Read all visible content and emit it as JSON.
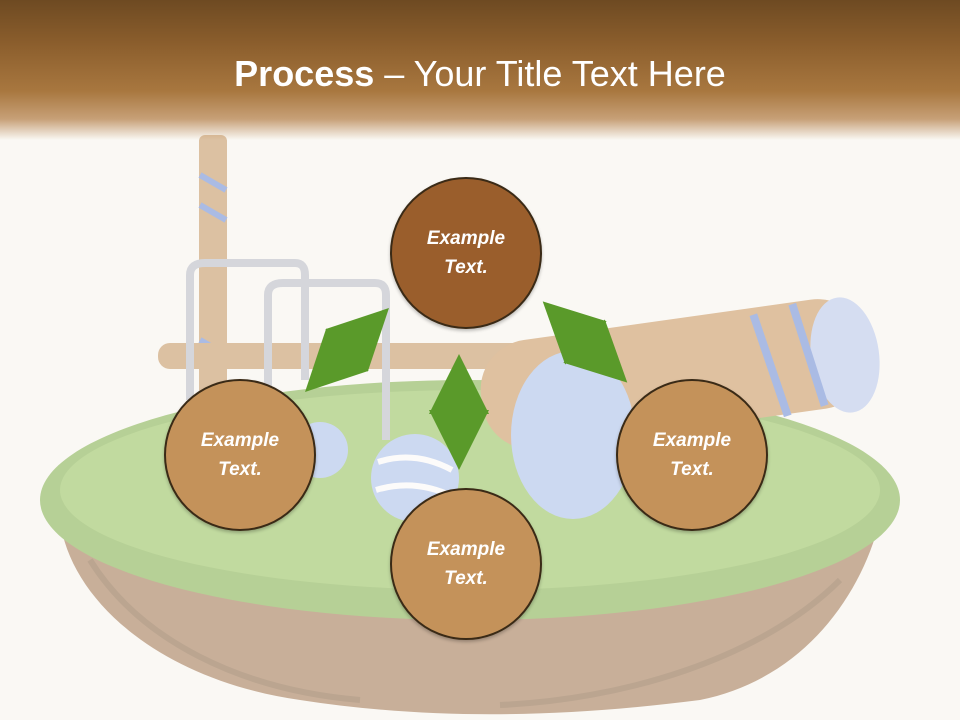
{
  "header": {
    "title_bold": "Process",
    "title_rest": " – Your Title Text Here"
  },
  "process": {
    "nodes": [
      {
        "label_line1": "Example",
        "label_line2": "Text."
      },
      {
        "label_line1": "Example",
        "label_line2": "Text."
      },
      {
        "label_line1": "Example",
        "label_line2": "Text."
      },
      {
        "label_line1": "Example",
        "label_line2": "Text."
      }
    ]
  },
  "colors": {
    "header": "#8a5d2c",
    "node_dark": "#9a5e2c",
    "node_light": "#c4925a",
    "arrow": "#5a9a2a",
    "background": "#faf8f4"
  }
}
